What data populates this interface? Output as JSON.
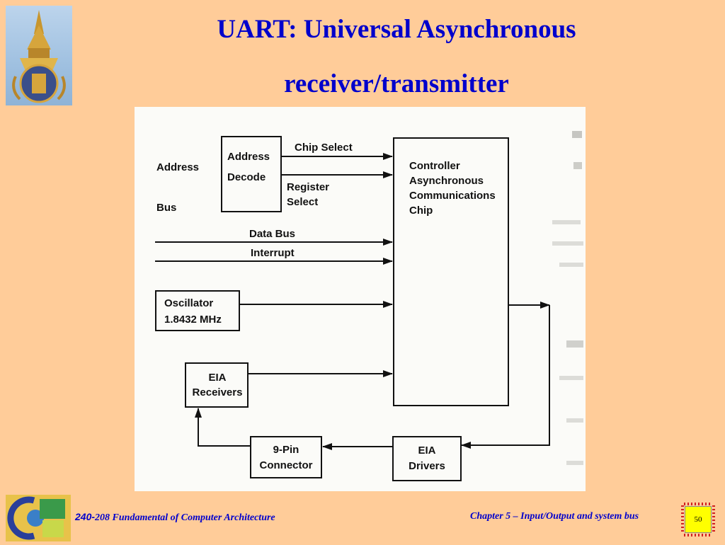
{
  "slide": {
    "title_line1": "UART: Universal Asynchronous",
    "title_line2": "receiver/transmitter"
  },
  "diagram": {
    "address_bus_label_1": "Address",
    "address_bus_label_2": "Bus",
    "address_decode_1": "Address",
    "address_decode_2": "Decode",
    "chip_select": "Chip Select",
    "register_select_1": "Register",
    "register_select_2": "Select",
    "controller_1": "Controller",
    "controller_2": "Asynchronous",
    "controller_3": "Communications",
    "controller_4": "Chip",
    "data_bus": "Data Bus",
    "interrupt": "Interrupt",
    "oscillator_1": "Oscillator",
    "oscillator_2": "1.8432 MHz",
    "eia_receivers_1": "EIA",
    "eia_receivers_2": "Receivers",
    "connector_1": "9-Pin",
    "connector_2": "Connector",
    "eia_drivers_1": "EIA",
    "eia_drivers_2": "Drivers"
  },
  "footer": {
    "course_number": "240-",
    "course_name": "208 Fundamental of Computer Architecture",
    "chapter": "Chapter 5 – Input/Output and system bus",
    "page_number": "50"
  },
  "colors": {
    "background": "#ffcc99",
    "title": "#0000cc",
    "footer_text": "#0000cc",
    "page_badge": "#ffff00"
  },
  "icons": {
    "university_logo": "university-emblem-icon",
    "footer_logo": "department-logo-icon",
    "page_badge": "chip-icon"
  }
}
